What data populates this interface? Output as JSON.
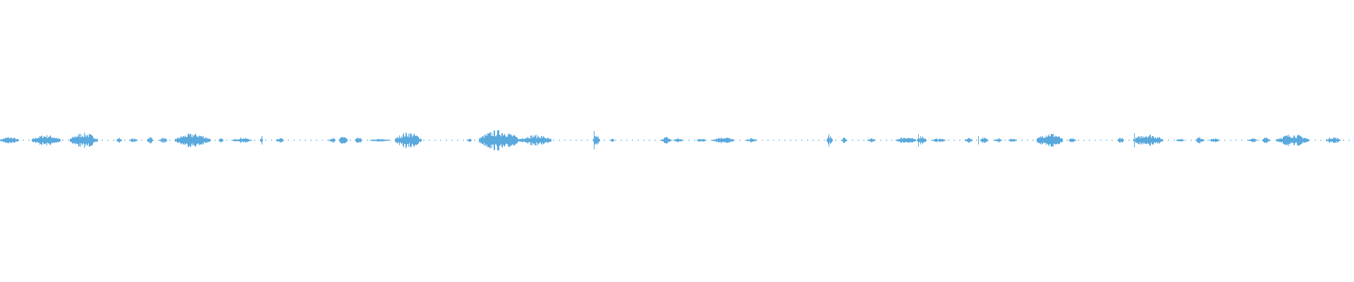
{
  "waveform": {
    "color": "#5aa9dd",
    "background": "#ffffff",
    "segments": [
      [
        0,
        26,
        0.05
      ],
      [
        45,
        85,
        0.08
      ],
      [
        99,
        138,
        0.11
      ],
      [
        165,
        172,
        0.04
      ],
      [
        183,
        194,
        0.03
      ],
      [
        208,
        216,
        0.06
      ],
      [
        226,
        236,
        0.04
      ],
      [
        248,
        298,
        0.1
      ],
      [
        310,
        316,
        0.03
      ],
      [
        330,
        356,
        0.04
      ],
      [
        369,
        372,
        0.07
      ],
      [
        391,
        402,
        0.04
      ],
      [
        466,
        475,
        0.04
      ],
      [
        481,
        492,
        0.07
      ],
      [
        503,
        513,
        0.04
      ],
      [
        525,
        551,
        0.02
      ],
      [
        560,
        597,
        0.12
      ],
      [
        662,
        668,
        0.03
      ],
      [
        679,
        735,
        0.15
      ],
      [
        736,
        781,
        0.08
      ],
      [
        841,
        850,
        0.08
      ],
      [
        866,
        870,
        0.03
      ],
      [
        937,
        951,
        0.05
      ],
      [
        955,
        967,
        0.03
      ],
      [
        988,
        1000,
        0.03
      ],
      [
        1010,
        1040,
        0.05
      ],
      [
        1058,
        1072,
        0.03
      ],
      [
        1172,
        1180,
        0.07
      ],
      [
        1193,
        1200,
        0.04
      ],
      [
        1230,
        1240,
        0.03
      ],
      [
        1270,
        1298,
        0.05
      ],
      [
        1300,
        1313,
        0.07
      ],
      [
        1322,
        1340,
        0.03
      ],
      [
        1368,
        1378,
        0.04
      ],
      [
        1390,
        1400,
        0.05
      ],
      [
        1410,
        1420,
        0.03
      ],
      [
        1430,
        1441,
        0.03
      ],
      [
        1470,
        1506,
        0.11
      ],
      [
        1515,
        1525,
        0.03
      ],
      [
        1585,
        1593,
        0.05
      ],
      [
        1607,
        1648,
        0.09
      ],
      [
        1668,
        1678,
        0.03
      ],
      [
        1695,
        1707,
        0.05
      ],
      [
        1715,
        1728,
        0.03
      ],
      [
        1770,
        1782,
        0.03
      ],
      [
        1790,
        1800,
        0.05
      ],
      [
        1810,
        1855,
        0.09
      ],
      [
        1880,
        1900,
        0.05
      ]
    ],
    "spikes": [
      [
        842,
        0.13
      ],
      [
        1175,
        0.09
      ],
      [
        1302,
        0.09
      ],
      [
        1387,
        0.06
      ],
      [
        1608,
        0.1
      ]
    ]
  }
}
